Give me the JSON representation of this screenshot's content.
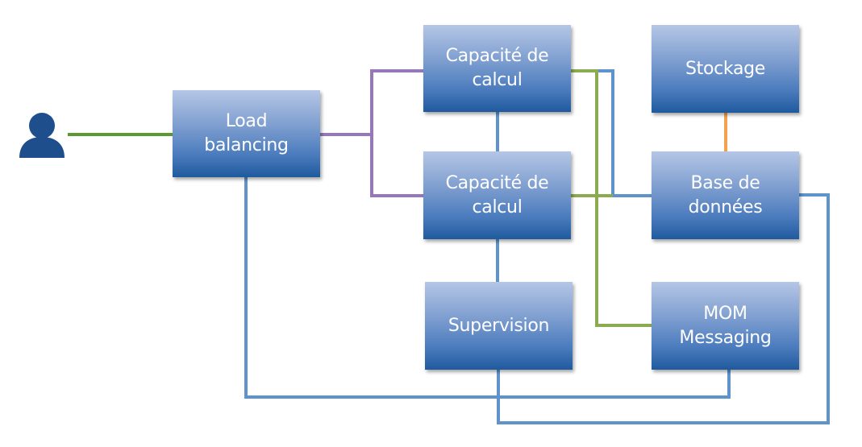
{
  "diagram": {
    "title": "",
    "colors": {
      "box_top": "#b5c6e6",
      "box_bottom": "#1f5a9e",
      "user_icon": "#1f4e8c",
      "link_green": "#5b9a32",
      "link_purple": "#9677b9",
      "link_blue": "#5f93cc",
      "link_olive": "#8aab4f",
      "link_orange": "#f2a24d"
    },
    "nodes": {
      "user": {
        "icon": "user-icon"
      },
      "load_balancing": {
        "lines": [
          "Load",
          "balancing"
        ]
      },
      "compute1": {
        "lines": [
          "Capacité de",
          "calcul"
        ]
      },
      "compute2": {
        "lines": [
          "Capacité de",
          "calcul"
        ]
      },
      "storage": {
        "lines": [
          "Stockage"
        ]
      },
      "database": {
        "lines": [
          "Base de",
          "données"
        ]
      },
      "supervision": {
        "lines": [
          "Supervision"
        ]
      },
      "mom": {
        "lines": [
          "MOM",
          "Messaging"
        ]
      }
    },
    "edges": [
      {
        "from": "user",
        "to": "load_balancing",
        "color": "link_green"
      },
      {
        "from": "load_balancing",
        "to": "compute1",
        "color": "link_purple"
      },
      {
        "from": "load_balancing",
        "to": "compute2",
        "color": "link_purple"
      },
      {
        "from": "compute1",
        "to": "compute2",
        "color": "link_blue"
      },
      {
        "from": "compute2",
        "to": "supervision",
        "color": "link_blue"
      },
      {
        "from": "compute1",
        "to": "database",
        "color": "link_blue"
      },
      {
        "from": "compute1",
        "to": "mom",
        "color": "link_olive"
      },
      {
        "from": "compute2",
        "to": "database",
        "color": "link_olive"
      },
      {
        "from": "storage",
        "to": "database",
        "color": "link_orange"
      },
      {
        "from": "load_balancing",
        "to": "mom",
        "color": "link_blue"
      },
      {
        "from": "supervision",
        "to": "database",
        "color": "link_blue"
      }
    ]
  }
}
